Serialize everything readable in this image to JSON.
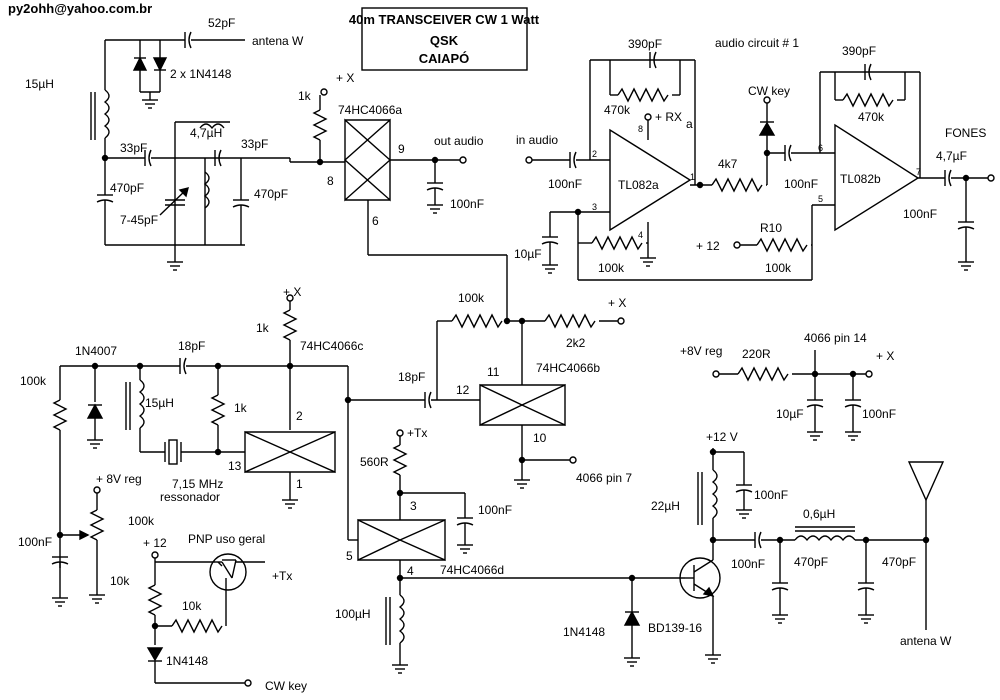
{
  "header": {
    "email": "py2ohh@yahoo.com.br",
    "title": {
      "line1": "40m TRANSCEIVER CW 1 Watt",
      "line2": "QSK",
      "line3": "CAIAPÓ"
    }
  },
  "labels": {
    "c52": "52pF",
    "antenna_top": "antena W",
    "l15uh_top": "15µH",
    "diodes_2x": "2 x 1N4148",
    "c33a": "33pF",
    "l47uh": "4,7µH",
    "c33b": "33pF",
    "c470a": "470pF",
    "ctrim": "7-45pF",
    "c470b": "470pF",
    "plusx_top": "+ X",
    "r1k_top": "1k",
    "sw_a": "74HC4066a",
    "pin8": "8",
    "pin9": "9",
    "pin6": "6",
    "out_audio": "out audio",
    "c100_out": "100nF",
    "c390a": "390pF",
    "r470k_a": "470k",
    "plus_rx": "+ RX",
    "pin8b": "8",
    "pin_a": "a",
    "in_audio": "in audio",
    "c100_in": "100nF",
    "op_a": "TL082a",
    "p2": "2",
    "p3": "3",
    "p1": "1",
    "p4": "4",
    "c10u_a": "10µF",
    "r100k_a": "100k",
    "r4k7": "4k7",
    "audio1": "audio circuit # 1",
    "cw_key_top": "CW key",
    "c100_mid": "100nF",
    "c390b": "390pF",
    "r470k_b": "470k",
    "op_b": "TL082b",
    "p6": "6",
    "p5": "5",
    "p7": "7",
    "fones": "FONES",
    "c47u": "4,7µF",
    "c100_fones": "100nF",
    "plus12_top": "+ 12",
    "r10": "R10",
    "r100k_b": "100k",
    "plusx_c": "+ X",
    "r1k_c": "1k",
    "sw_c": "74HC4066c",
    "d1n4007": "1N4007",
    "c18a": "18pF",
    "r100k_l": "100k",
    "l15uh_l": "15µH",
    "r1k_l": "1k",
    "pin2": "2",
    "pin13": "13",
    "pin1": "1",
    "xtal1": "7,15 MHz",
    "xtal2": "ressonador",
    "v8reg_l": "+ 8V reg",
    "c100_l": "100nF",
    "r100k_pot": "100k",
    "r10k_pot": "10k",
    "r100k_m": "100k",
    "plusx_m": "+ X",
    "r2k2": "2k2",
    "pin11": "11",
    "sw_b": "74HC4066b",
    "c18b": "18pF",
    "pin12": "12",
    "pin10": "10",
    "pin7_note": "4066 pin 7",
    "plus_tx": "+Tx",
    "r560": "560R",
    "pin3": "3",
    "c100_d": "100nF",
    "pin5": "5",
    "pin4": "4",
    "sw_d": "74HC4066d",
    "l100uh": "100µH",
    "d1n4148_b": "1N4148",
    "v8reg_r": "+8V reg",
    "r220": "220R",
    "pin14_note": "4066 pin 14",
    "plusx_r": "+ X",
    "c10u_r": "10µF",
    "c100_r": "100nF",
    "plus12v": "+12 V",
    "c100_pa": "100nF",
    "l22uh": "22µH",
    "l06uh": "0,6µH",
    "c100_pa2": "100nF",
    "c470_pa1": "470pF",
    "c470_pa2": "470pF",
    "bd139": "BD139-16",
    "antenna_bot": "antena W",
    "pnp": "PNP uso geral",
    "plus12_b": "+ 12",
    "plus_tx_b": "+Tx",
    "r10k_b": "10k",
    "d1n4148_c": "1N4148",
    "cw_key_bot": "CW key"
  }
}
